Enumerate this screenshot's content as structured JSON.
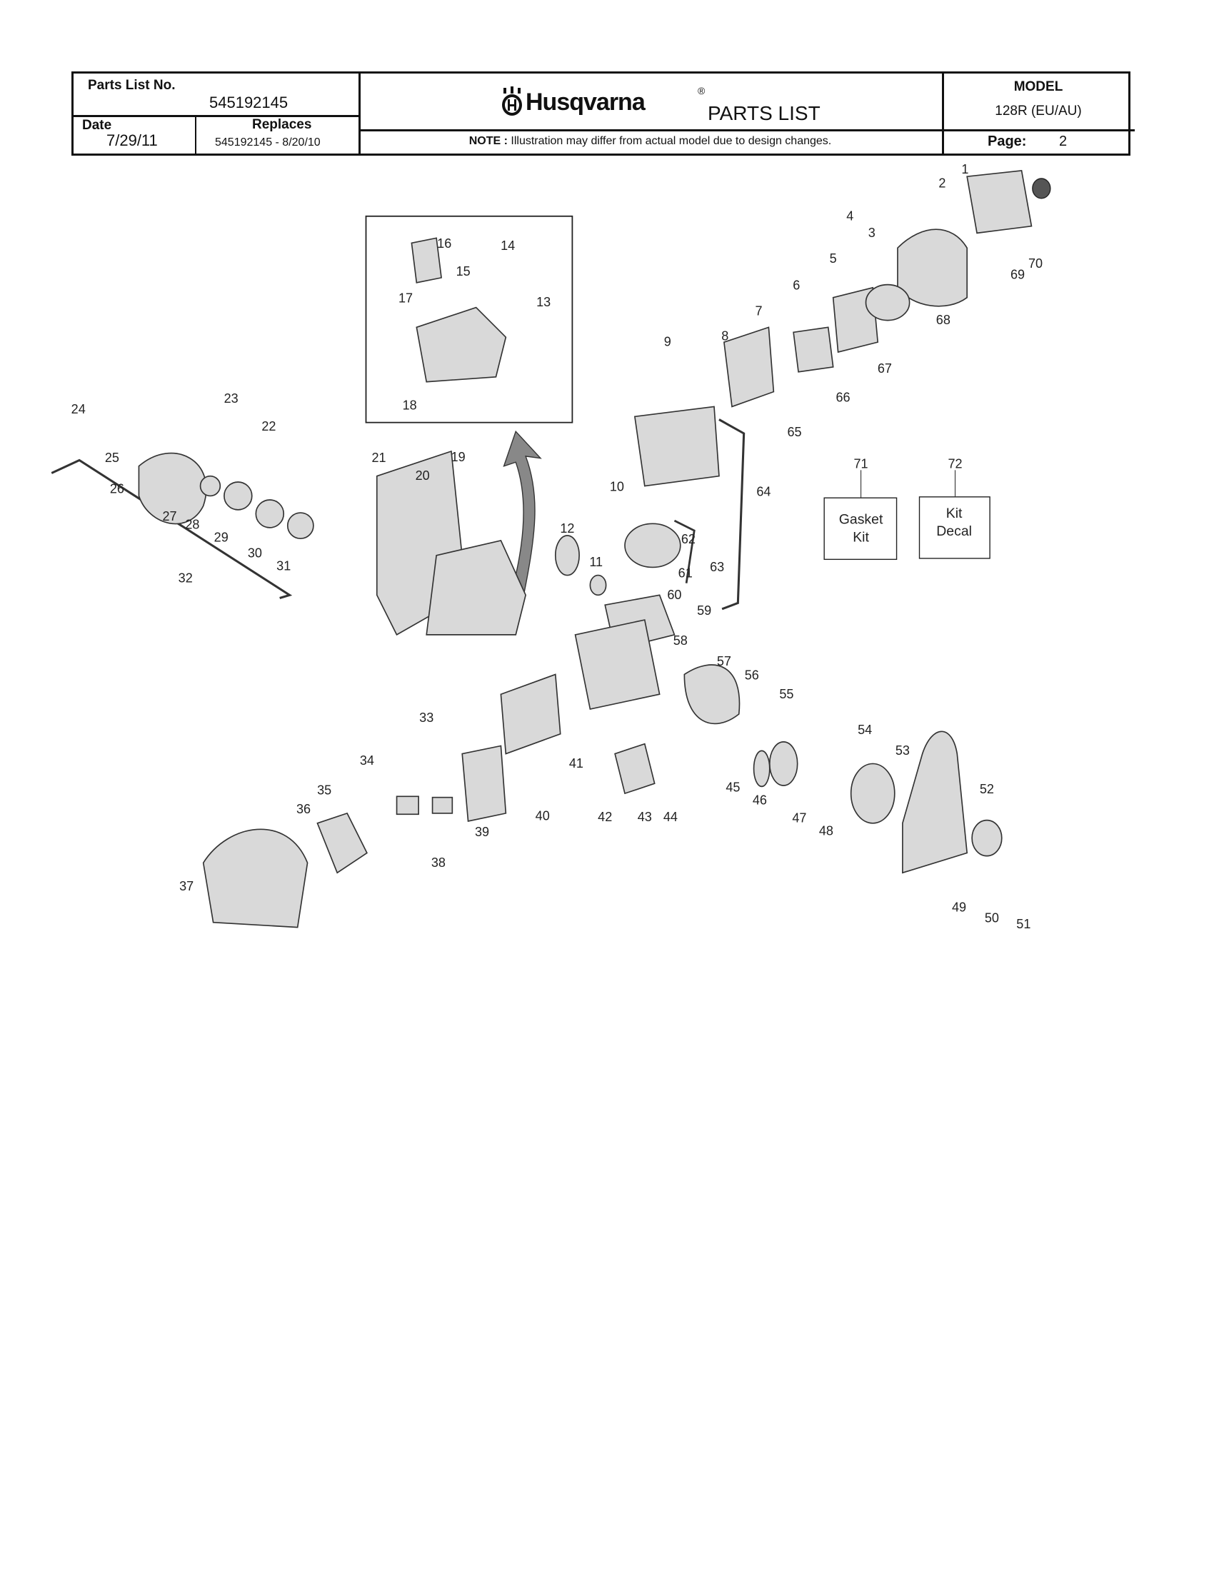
{
  "header": {
    "parts_list_no_label": "Parts List No.",
    "parts_list_no": "545192145",
    "date_label": "Date",
    "date": "7/29/11",
    "replaces_label": "Replaces",
    "replaces": "545192145 - 8/20/10",
    "brand": "Husqvarna",
    "registered": "®",
    "title": "PARTS LIST",
    "note_label": "NOTE :",
    "note": "Illustration may differ from actual model due to design changes.",
    "model_label": "MODEL",
    "model": "128R (EU/AU)",
    "page_label": "Page:",
    "page": "2"
  },
  "callouts": [
    "1",
    "2",
    "3",
    "4",
    "5",
    "6",
    "7",
    "8",
    "9",
    "10",
    "11",
    "12",
    "13",
    "14",
    "15",
    "16",
    "17",
    "18",
    "19",
    "20",
    "21",
    "22",
    "23",
    "24",
    "25",
    "26",
    "27",
    "28",
    "29",
    "30",
    "31",
    "32",
    "33",
    "34",
    "35",
    "36",
    "37",
    "38",
    "39",
    "40",
    "41",
    "42",
    "43",
    "44",
    "45",
    "46",
    "47",
    "48",
    "49",
    "50",
    "51",
    "52",
    "53",
    "54",
    "55",
    "56",
    "57",
    "58",
    "59",
    "60",
    "61",
    "62",
    "63",
    "64",
    "65",
    "66",
    "67",
    "68",
    "69",
    "70",
    "71",
    "72"
  ],
  "kits": {
    "gasket": {
      "line1": "Gasket",
      "line2": "Kit"
    },
    "decal": {
      "line1": "Kit",
      "line2": "Decal"
    }
  }
}
